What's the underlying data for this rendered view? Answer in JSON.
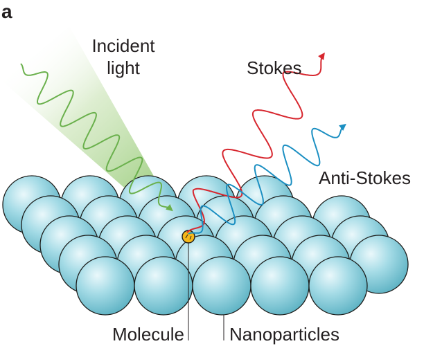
{
  "panel_letter": "a",
  "labels": {
    "incident_line1": "Incident",
    "incident_line2": "light",
    "stokes": "Stokes",
    "anti_stokes": "Anti-Stokes",
    "molecule": "Molecule",
    "nanoparticles": "Nanoparticles"
  },
  "colors": {
    "sphere_light": "#eaf8fb",
    "sphere_mid": "#a4dbe6",
    "sphere_dark": "#5fb3c4",
    "sphere_edge": "#1d1d1b",
    "incident_wave": "#6ab04c",
    "beam": "#9ccc7a",
    "stokes_wave": "#d7262e",
    "anti_stokes_wave": "#1b8fc2",
    "molecule_fill": "#f6b81a",
    "molecule_edge": "#1d1d1b"
  },
  "icons": {
    "molecule": "molecule-dot-icon",
    "arrowheads": "arrowhead-icon"
  }
}
